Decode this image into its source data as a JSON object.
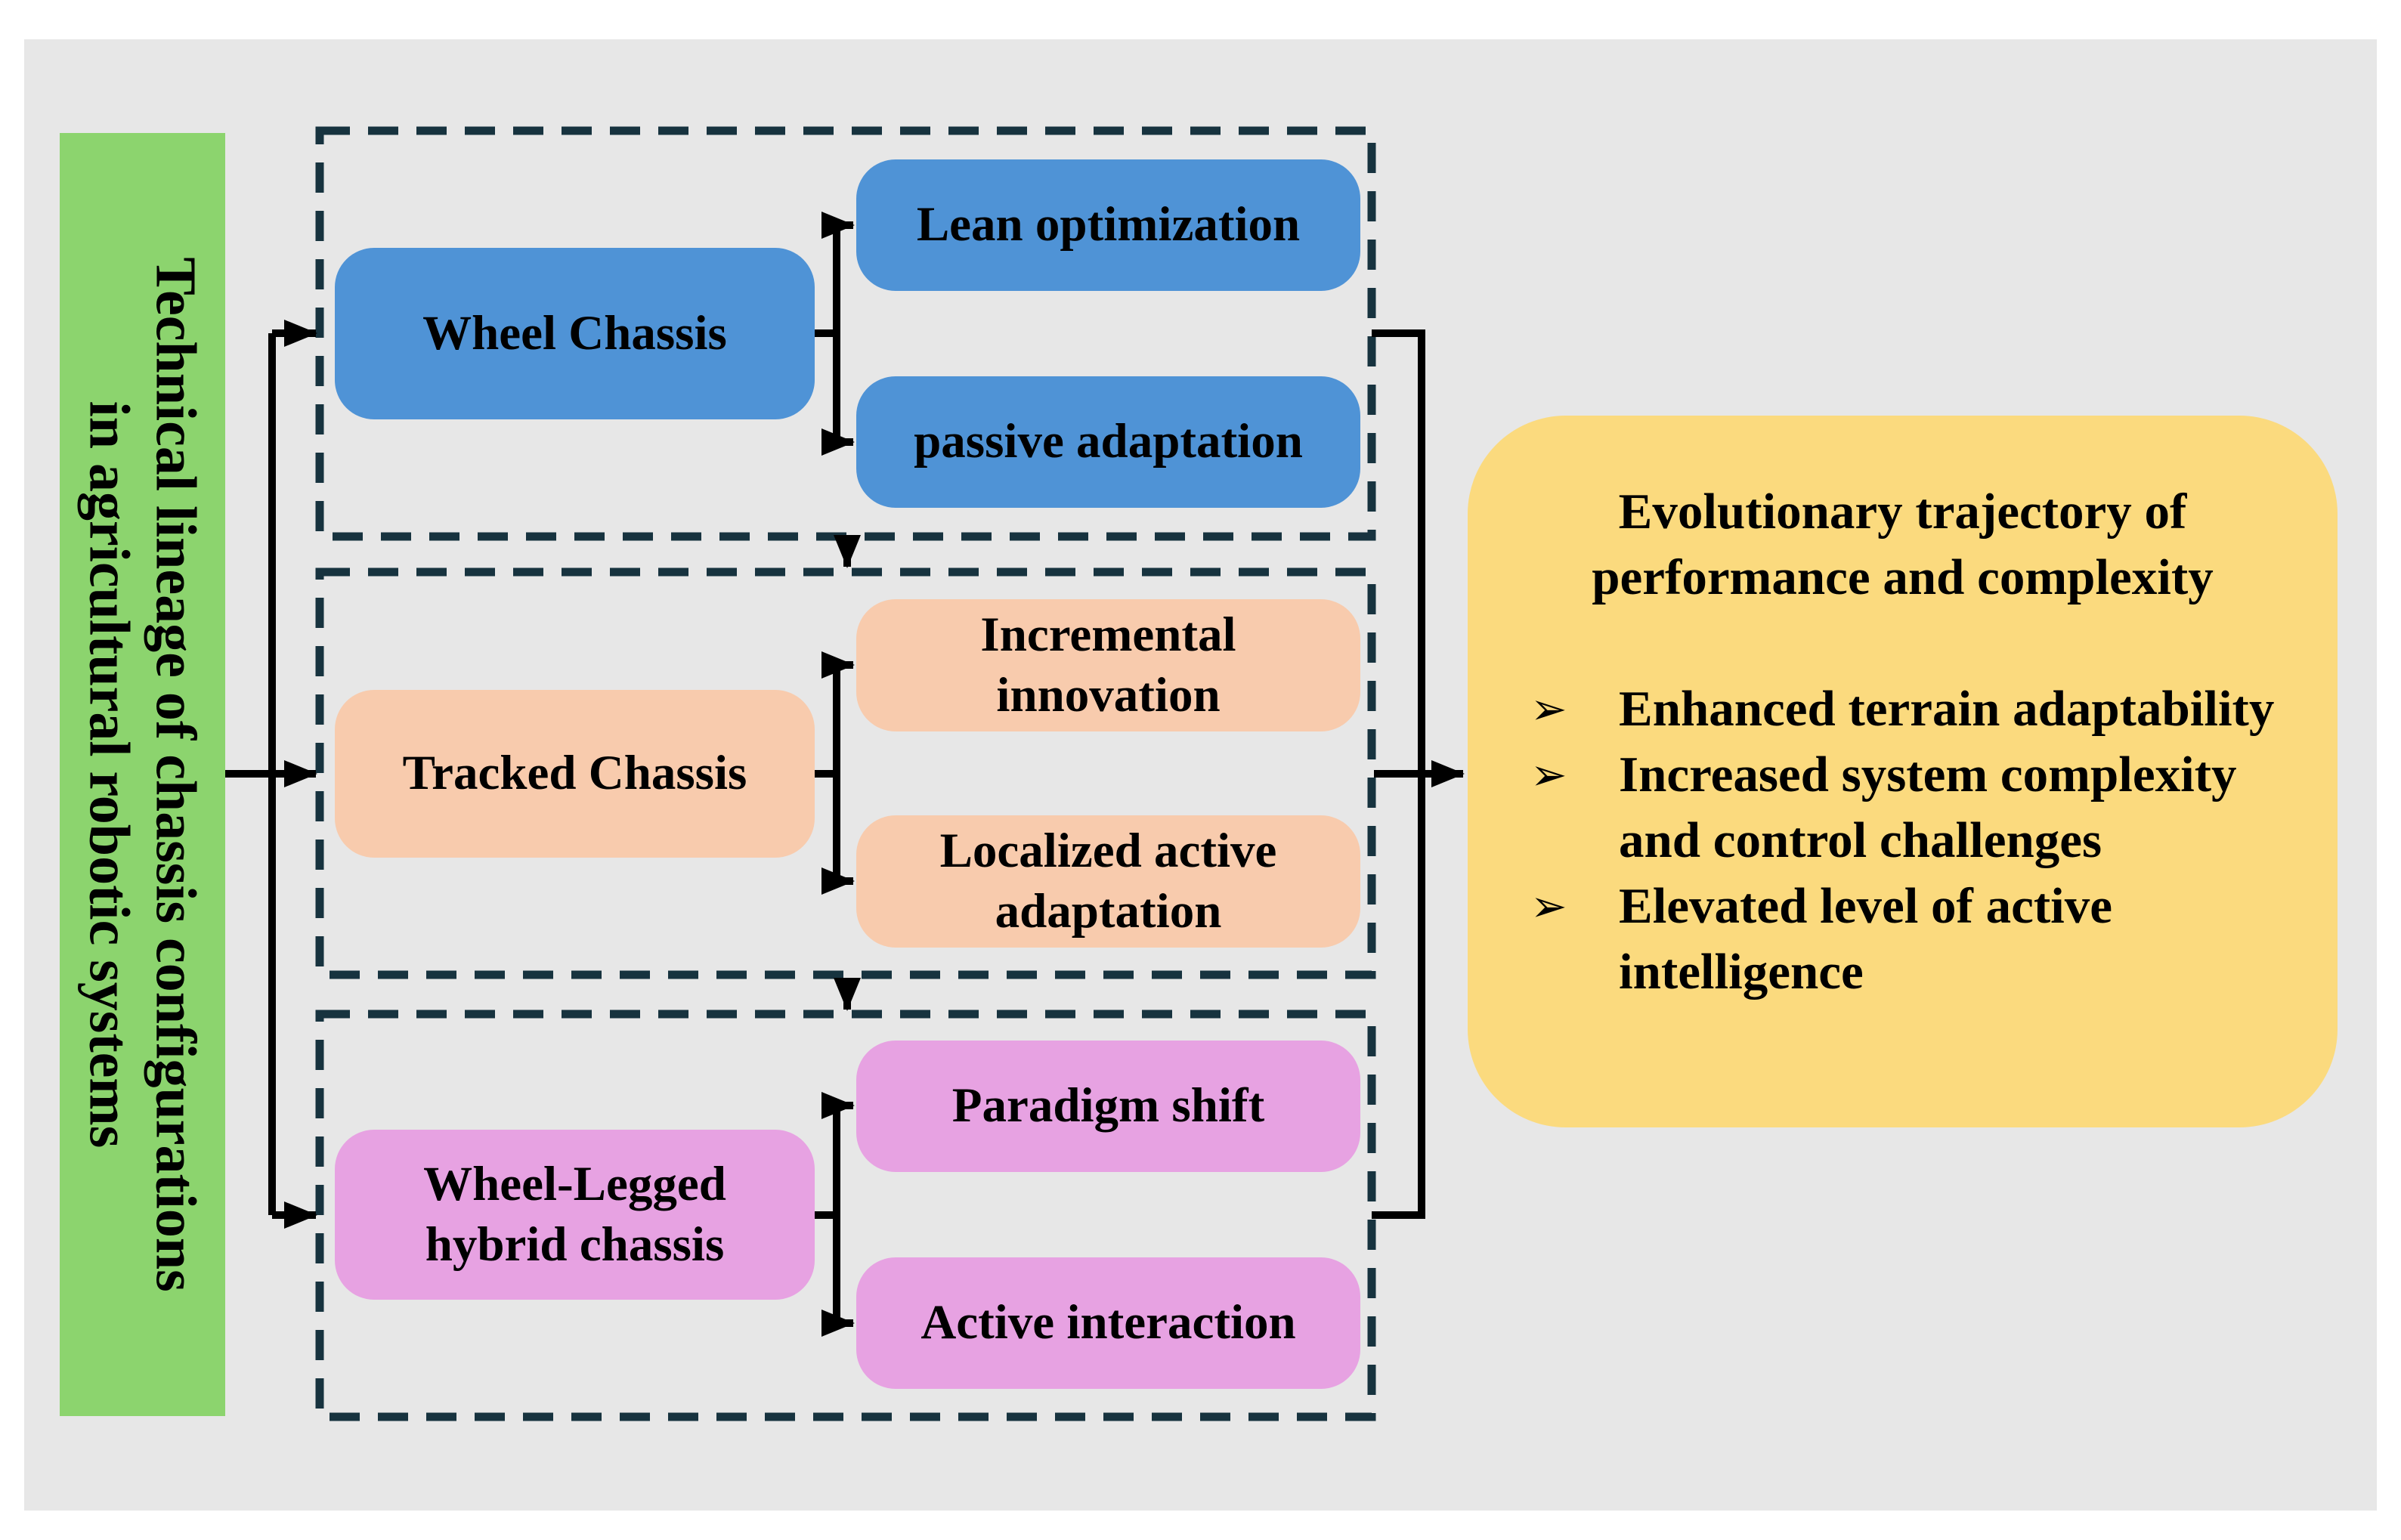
{
  "sidebar": {
    "line1": "Technical lineage of chassis configurations",
    "line2": "in agricultural robotic systems"
  },
  "groups": [
    {
      "chassis": "Wheel Chassis",
      "branches": [
        "Lean optimization",
        "passive adaptation"
      ]
    },
    {
      "chassis": "Tracked Chassis",
      "branches": [
        "Incremental innovation",
        "Localized active adaptation"
      ]
    },
    {
      "chassis": "Wheel-Legged hybrid chassis",
      "branches": [
        "Paradigm shift",
        "Active interaction"
      ]
    }
  ],
  "outcome": {
    "title_line1": "Evolutionary trajectory of",
    "title_line2": "performance and complexity",
    "bullet_icon": "➢",
    "bullets": [
      "Enhanced terrain adaptability",
      "Increased system complexity and control challenges",
      "Elevated level of active intelligence"
    ]
  },
  "colors": {
    "sidebar_green": "#8CD46E",
    "wheel_blue": "#4F93D6",
    "tracked_peach": "#F8CBAD",
    "hybrid_pink": "#E7A2E2",
    "outcome_yellow": "#FBDA7E",
    "dash_border": "#17333F",
    "background_gray": "#E7E7E7",
    "line_black": "#000000"
  }
}
